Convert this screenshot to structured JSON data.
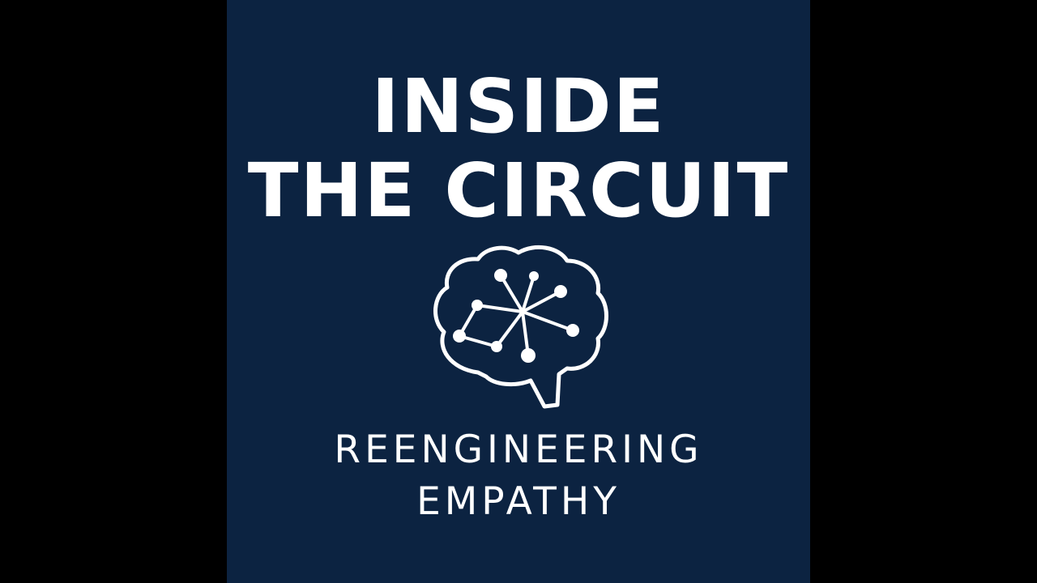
{
  "cover": {
    "title_line1": "INSIDE",
    "title_line2": "THE CIRCUIT",
    "subtitle_line1": "REENGINEERING",
    "subtitle_line2": "EMPATHY",
    "icon": "brain-network-icon",
    "background_color": "#0c2341",
    "text_color": "#ffffff"
  }
}
